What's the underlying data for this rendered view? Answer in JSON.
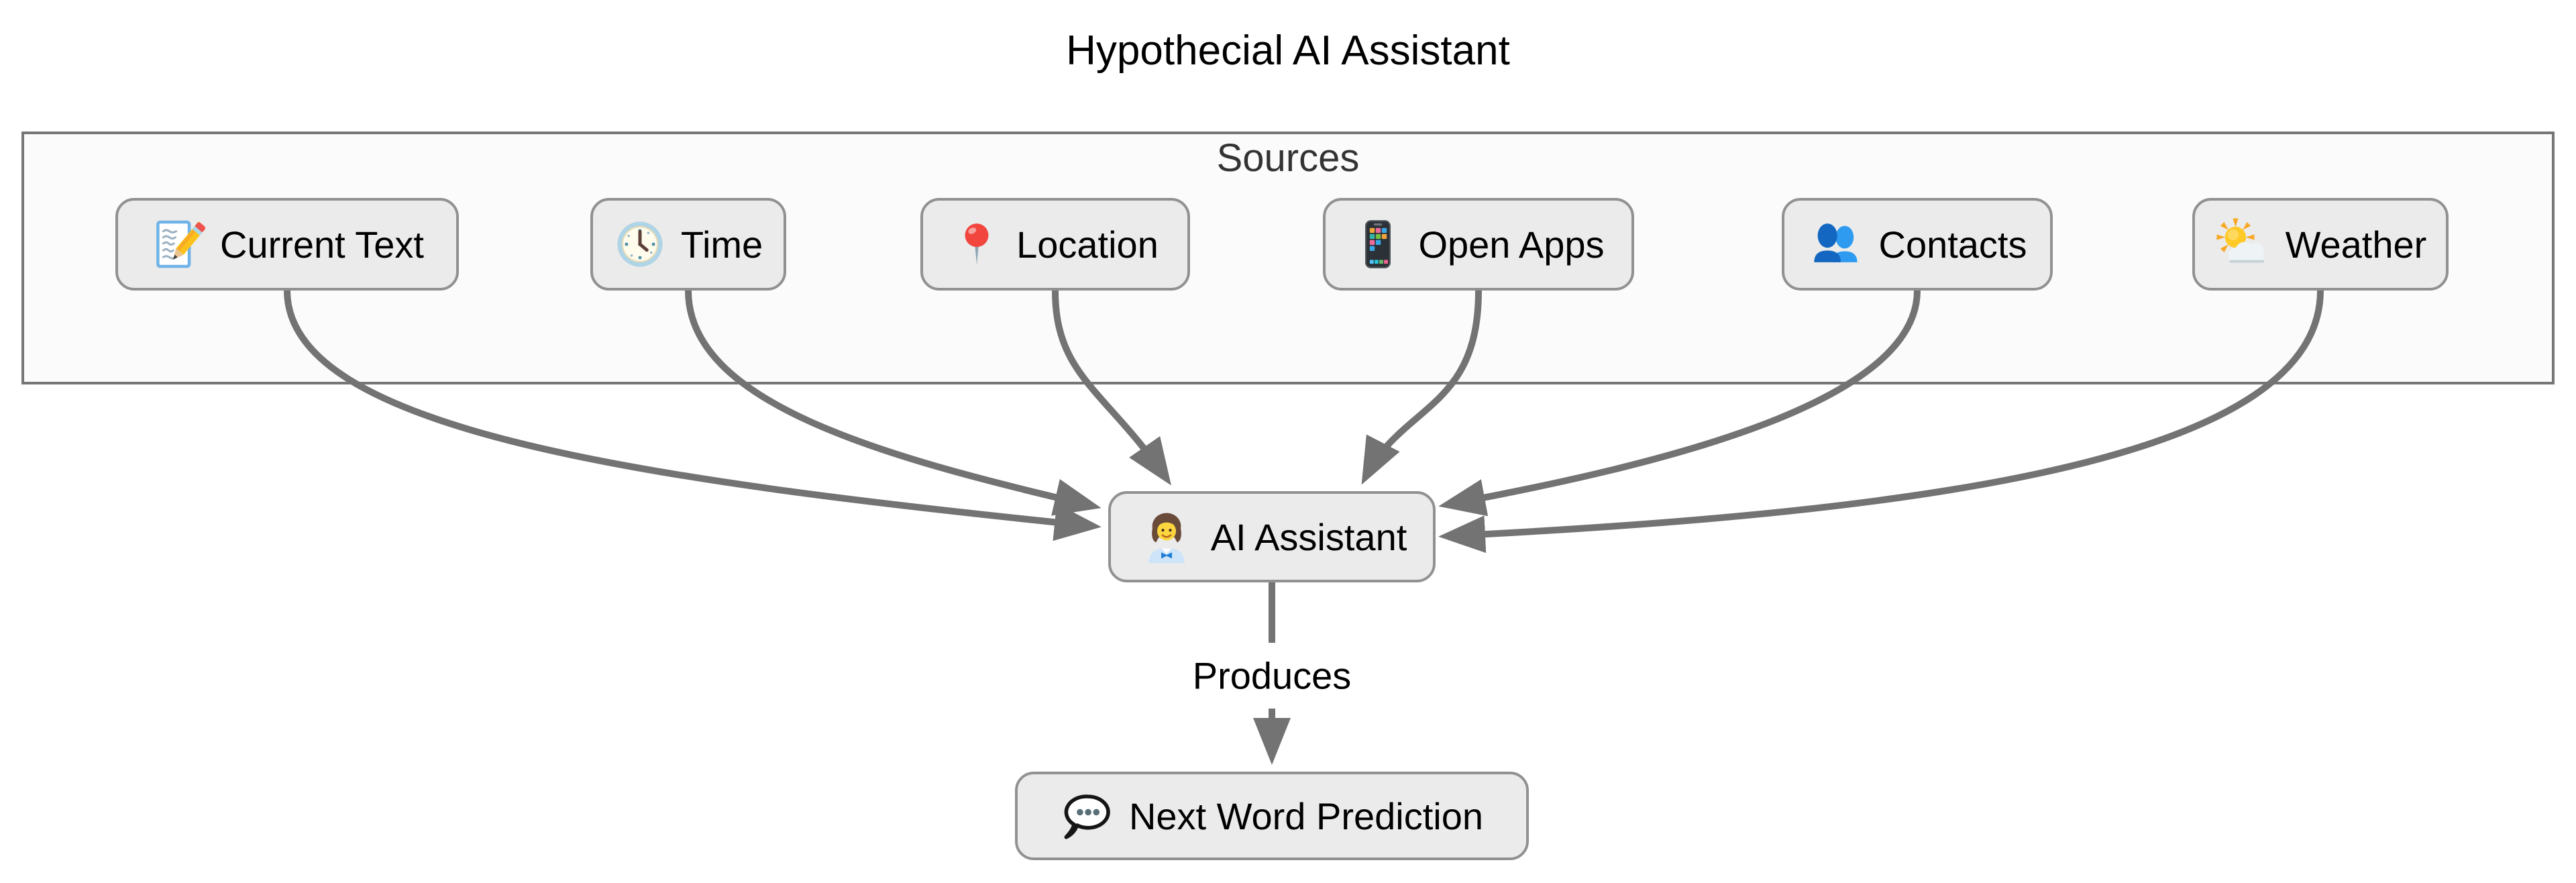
{
  "title": "Hypothecial AI Assistant",
  "sources": {
    "label": "Sources",
    "items": [
      {
        "label": "Current Text",
        "icon": "memo-icon"
      },
      {
        "label": "Time",
        "icon": "clock-icon"
      },
      {
        "label": "Location",
        "icon": "round-pushpin-icon"
      },
      {
        "label": "Open Apps",
        "icon": "mobile-phone-icon"
      },
      {
        "label": "Contacts",
        "icon": "busts-in-silhouette-icon"
      },
      {
        "label": "Weather",
        "icon": "sun-behind-cloud-icon"
      }
    ]
  },
  "assistant": {
    "label": "AI Assistant",
    "icon": "person-icon"
  },
  "edge_label": "Produces",
  "output": {
    "label": "Next Word Prediction",
    "icon": "speech-balloon-icon"
  },
  "colors": {
    "arrow": "#737373",
    "node_fill": "#ebebeb",
    "node_border": "#919191",
    "container_fill": "#fbfbfb",
    "container_border": "#767676",
    "label_muted": "#333333",
    "text": "#000000"
  }
}
